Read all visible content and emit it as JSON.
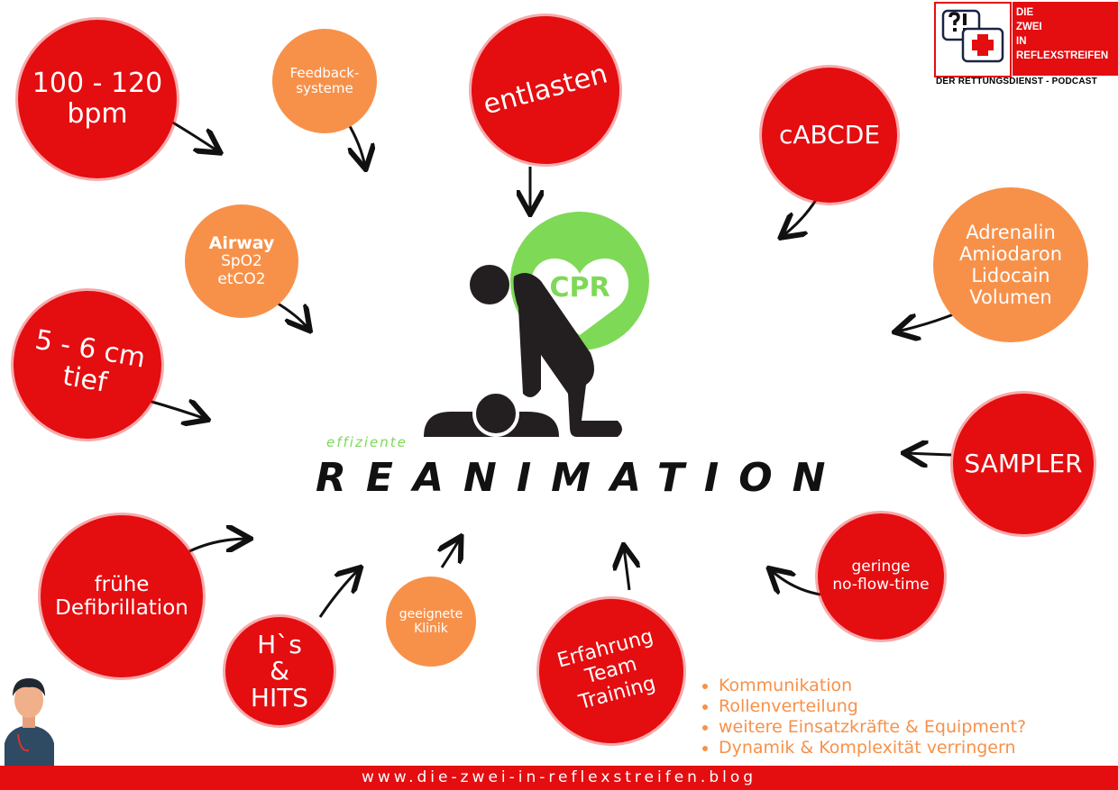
{
  "logo": {
    "title": "DIE\nZWEI\nIN\nREFLEXSTREIFEN",
    "subtitle": "DER RETTUNGSDIENST - PODCAST",
    "icon_text": "?!"
  },
  "center": {
    "badge": "CPR",
    "prefix": "effiziente",
    "title": "REANIMATION"
  },
  "bubbles": [
    {
      "text": "100 - 120\nbpm"
    },
    {
      "text": "Feedback-\nsysteme"
    },
    {
      "text": "entlasten"
    },
    {
      "text": "cABCDE"
    },
    {
      "text": "Adrenalin\nAmiodaron\nLidocain\nVolumen"
    },
    {
      "text": "SAMPLER"
    },
    {
      "text": "geringe\nno-flow-time"
    },
    {
      "text": "Erfahrung\nTeam\nTraining"
    },
    {
      "text": "geeignete\nKlinik"
    },
    {
      "text": "H`s\n&\nHITS"
    },
    {
      "text": "frühe\nDefibrillation"
    },
    {
      "text": "5 - 6 cm\ntief"
    },
    {
      "title": "Airway",
      "text": "SpO2\netCO2"
    }
  ],
  "list": [
    "Kommunikation",
    "Rollenverteilung",
    "weitere Einsatzkräfte & Equipment?",
    "Dynamik & Komplexität verringern"
  ],
  "footer": "www.die-zwei-in-reflexstreifen.blog",
  "colors": {
    "red": "#e40d10",
    "orange": "#f7914a",
    "green": "#7ed957"
  }
}
